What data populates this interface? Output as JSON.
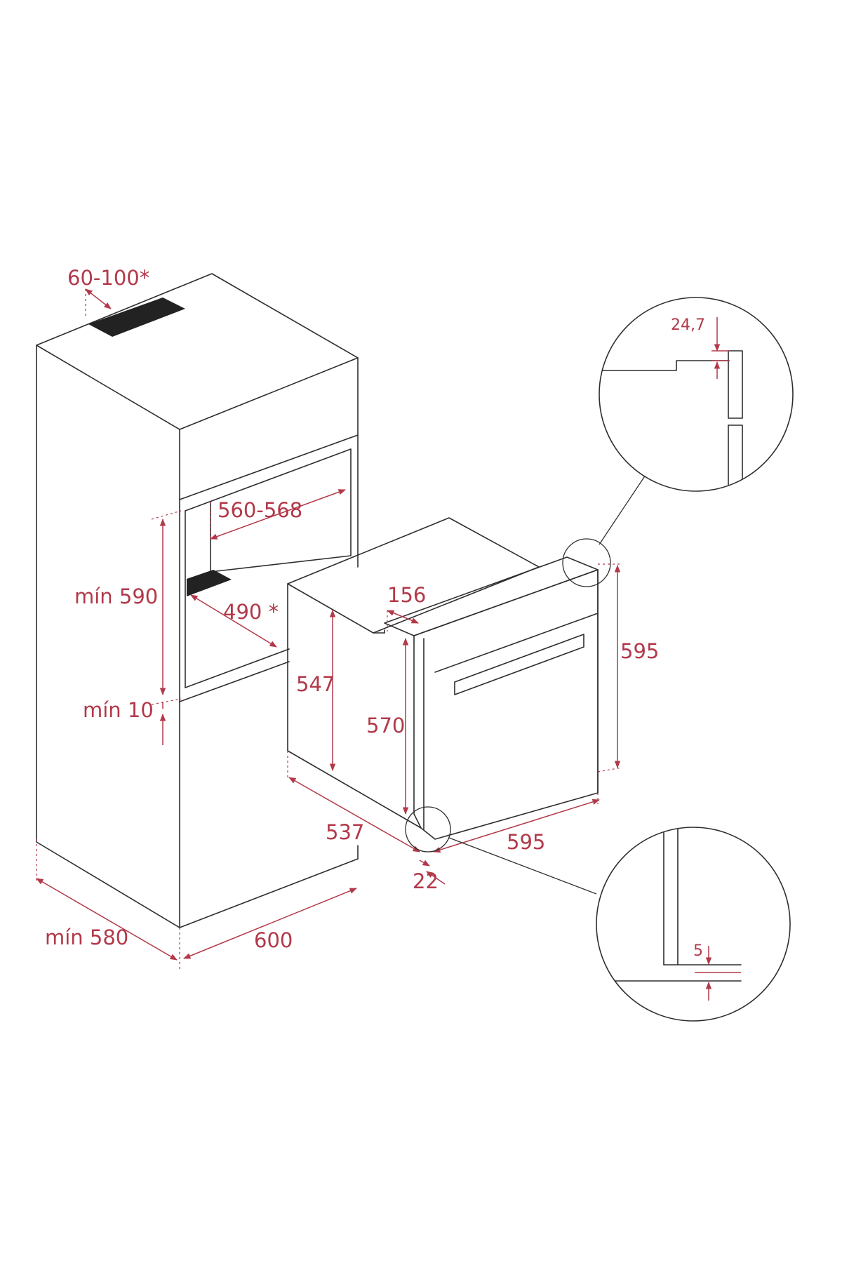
{
  "dimensions": {
    "vent_gap": "60-100*",
    "niche_width": "560-568",
    "niche_height": "mín 590",
    "niche_depth": "490 *",
    "gap_below": "mín 10",
    "cabinet_depth": "mín 580",
    "cabinet_width": "600",
    "top_offset": "156",
    "body_height": "547",
    "front_height": "570",
    "oven_height": "595",
    "body_depth": "537",
    "front_thickness": "22",
    "oven_width": "595",
    "detail_top": "24,7",
    "detail_bottom": "5"
  },
  "colors": {
    "dimension": "#b2394a",
    "outline": "#2e2e2e",
    "vent": "#222222",
    "background": "#ffffff"
  }
}
